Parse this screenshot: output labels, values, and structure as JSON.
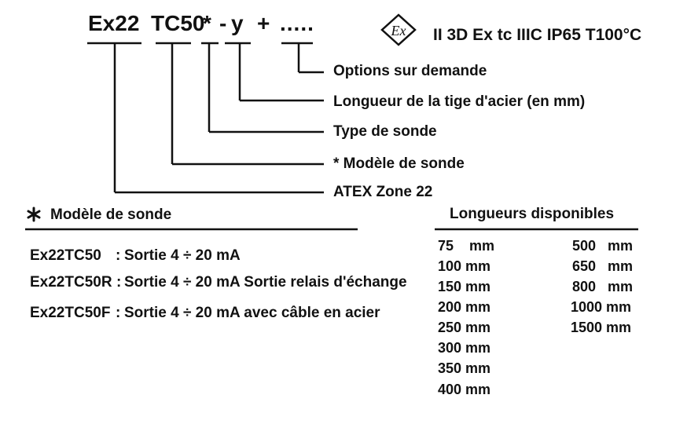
{
  "code": {
    "base": "Ex22",
    "model": "TC50",
    "type": "*",
    "dash": "-",
    "length": "y",
    "plus": "+",
    "options": "....."
  },
  "atex": {
    "icon": "ex-hexagon-icon",
    "symbol": "Ex",
    "marking": "II 3D Ex tc IIIC IP65 T100°C"
  },
  "callouts": {
    "options": "Options sur demande",
    "length": "Longueur de la tige d'acier (en mm)",
    "type": "Type de sonde",
    "model": "* Modèle de sonde",
    "zone": "ATEX Zone 22"
  },
  "models": {
    "title_icon": "asterisk-icon",
    "title": "Modèle de sonde",
    "rows": [
      {
        "code": "Ex22TC50",
        "sep": ":",
        "desc": "Sortie 4 ÷ 20 mA"
      },
      {
        "code": "Ex22TC50R",
        "sep": ":",
        "desc": "Sortie 4 ÷ 20 mA Sortie relais d'échange"
      },
      {
        "code": "Ex22TC50F",
        "sep": ":",
        "desc": "Sortie 4 ÷ 20 mA avec câble en acier"
      }
    ]
  },
  "lengths": {
    "title": "Longueurs disponibles",
    "col1": [
      "75    mm",
      "100 mm",
      "150 mm",
      "200 mm",
      "250 mm",
      "300 mm",
      "350 mm",
      "400 mm"
    ],
    "col2": [
      "500   mm",
      "650   mm",
      "800   mm",
      "1000 mm",
      "1500 mm"
    ]
  }
}
